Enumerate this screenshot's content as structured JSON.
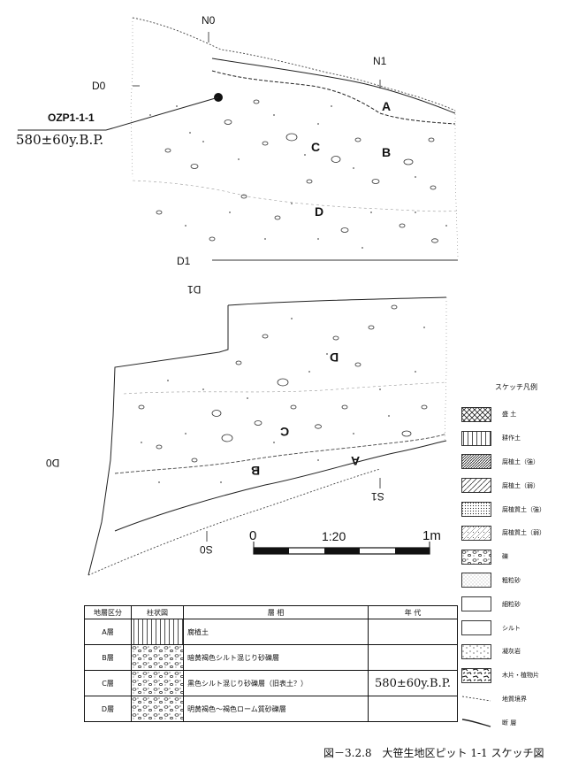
{
  "upper": {
    "pt_n0": "N0",
    "pt_n1": "N1",
    "pt_d0": "D0",
    "pt_d1": "D1",
    "layer_a": "A",
    "layer_b": "B",
    "layer_c": "C",
    "layer_d": "D",
    "sample_id": "OZP1-1-1",
    "sample_age": "580±60y.B.P."
  },
  "lower": {
    "pt_d1": "D1",
    "pt_d0": "D0",
    "pt_s0": "S0",
    "pt_s1": "S1",
    "layer_a": "A",
    "layer_b": "B",
    "layer_c": "C",
    "layer_d": "D"
  },
  "scale": {
    "start": "0",
    "mid": "1:20",
    "end": "1m"
  },
  "legend": {
    "title": "スケッチ凡例",
    "items": [
      {
        "label": "盛 土",
        "pattern": "cross"
      },
      {
        "label": "耕作土",
        "pattern": "vlines"
      },
      {
        "label": "腐植土（強）",
        "pattern": "diag-dense"
      },
      {
        "label": "腐植土（弱）",
        "pattern": "diag-sparse"
      },
      {
        "label": "腐植質土（強）",
        "pattern": "dots-dense"
      },
      {
        "label": "腐植質土（弱）",
        "pattern": "dots-sparse"
      },
      {
        "label": "礫",
        "pattern": "pebbles"
      },
      {
        "label": "粗粒砂",
        "pattern": "fine-dots"
      },
      {
        "label": "細粒砂",
        "pattern": "plain"
      },
      {
        "label": "シルト",
        "pattern": "blank"
      },
      {
        "label": "凝灰岩",
        "pattern": "tuff"
      },
      {
        "label": "木片・植物片",
        "pattern": "wood"
      },
      {
        "label": "地質境界",
        "pattern": "dashline"
      },
      {
        "label": "断 層",
        "pattern": "fault"
      }
    ]
  },
  "table": {
    "headers": [
      "地層区分",
      "柱状図",
      "層 相",
      "年 代"
    ],
    "rows": [
      {
        "layer": "A層",
        "pattern": "vlines",
        "facies": "腐植土",
        "age": ""
      },
      {
        "layer": "B層",
        "pattern": "pebbles",
        "facies": "暗黄褐色シルト混じり砂礫層",
        "age": ""
      },
      {
        "layer": "C層",
        "pattern": "pebbles",
        "facies": "黒色シルト混じり砂礫層（旧表土？）",
        "age": "580±60y.B.P."
      },
      {
        "layer": "D層",
        "pattern": "pebbles",
        "facies": "明黄褐色～褐色ローム質砂礫層",
        "age": ""
      }
    ]
  },
  "caption": "図－3.2.8　大笹生地区ピット 1-1 スケッチ図"
}
